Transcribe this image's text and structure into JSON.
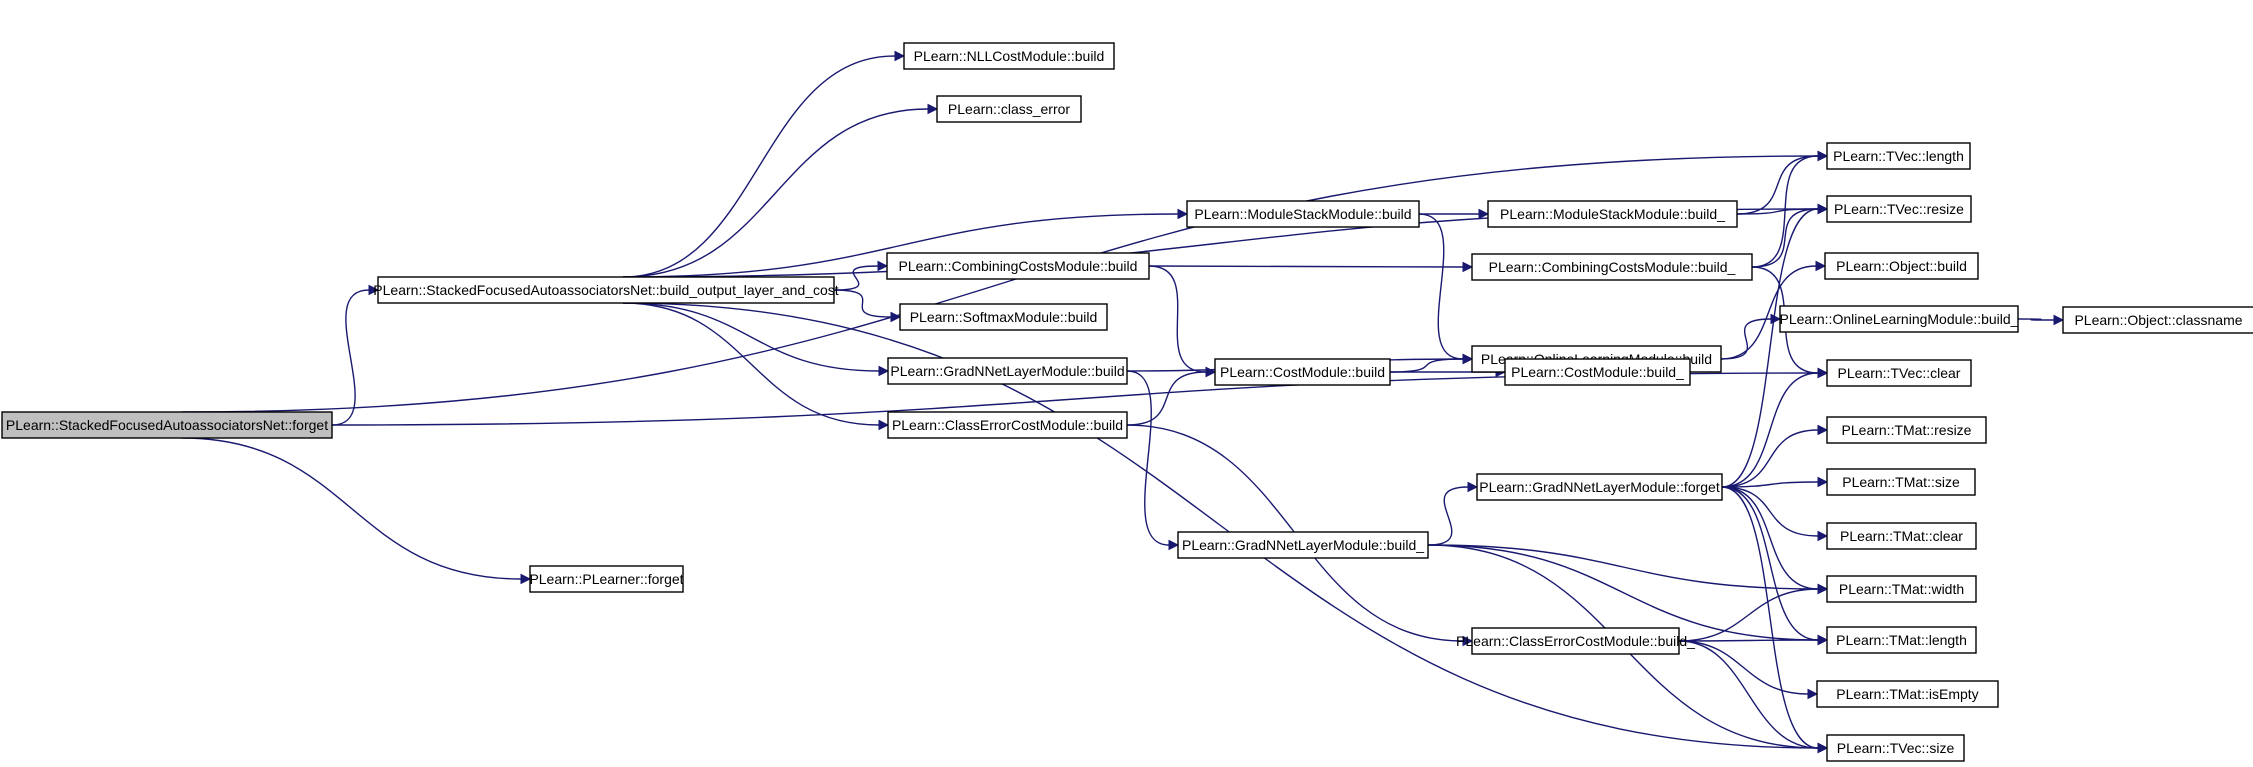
{
  "colors": {
    "edge": "#191970",
    "root_fill": "#bfbfbf",
    "node_fill": "#ffffff",
    "node_stroke": "#000000"
  },
  "nodes": [
    {
      "id": "root",
      "label": "PLearn::StackedFocusedAutoassociatorsNet::forget",
      "root": true
    },
    {
      "id": "bolc",
      "label": "PLearn::StackedFocusedAutoassociatorsNet::build_output_layer_and_cost"
    },
    {
      "id": "plforget",
      "label": "PLearn::PLearner::forget"
    },
    {
      "id": "nll",
      "label": "PLearn::NLLCostModule::build"
    },
    {
      "id": "classerr",
      "label": "PLearn::class_error"
    },
    {
      "id": "msm",
      "label": "PLearn::ModuleStackModule::build"
    },
    {
      "id": "ccm",
      "label": "PLearn::CombiningCostsModule::build"
    },
    {
      "id": "smx",
      "label": "PLearn::SoftmaxModule::build"
    },
    {
      "id": "gnn",
      "label": "PLearn::GradNNetLayerModule::build"
    },
    {
      "id": "cecm",
      "label": "PLearn::ClassErrorCostModule::build"
    },
    {
      "id": "msm_",
      "label": "PLearn::ModuleStackModule::build_"
    },
    {
      "id": "ccm_",
      "label": "PLearn::CombiningCostsModule::build_"
    },
    {
      "id": "olm",
      "label": "PLearn::OnlineLearningModule::build"
    },
    {
      "id": "cm",
      "label": "PLearn::CostModule::build"
    },
    {
      "id": "cm_",
      "label": "PLearn::CostModule::build_"
    },
    {
      "id": "gnn_",
      "label": "PLearn::GradNNetLayerModule::build_"
    },
    {
      "id": "gnnf",
      "label": "PLearn::GradNNetLayerModule::forget"
    },
    {
      "id": "cecm_",
      "label": "PLearn::ClassErrorCostModule::build_"
    },
    {
      "id": "olm_",
      "label": "PLearn::OnlineLearningModule::build_"
    },
    {
      "id": "objb",
      "label": "PLearn::Object::build"
    },
    {
      "id": "objc",
      "label": "PLearn::Object::classname"
    },
    {
      "id": "tvlen",
      "label": "PLearn::TVec::length"
    },
    {
      "id": "tvres",
      "label": "PLearn::TVec::resize"
    },
    {
      "id": "tvclr",
      "label": "PLearn::TVec::clear"
    },
    {
      "id": "tvsize",
      "label": "PLearn::TVec::size"
    },
    {
      "id": "tmres",
      "label": "PLearn::TMat::resize"
    },
    {
      "id": "tmsize",
      "label": "PLearn::TMat::size"
    },
    {
      "id": "tmclr",
      "label": "PLearn::TMat::clear"
    },
    {
      "id": "tmw",
      "label": "PLearn::TMat::width"
    },
    {
      "id": "tmlen",
      "label": "PLearn::TMat::length"
    },
    {
      "id": "tmempty",
      "label": "PLearn::TMat::isEmpty"
    }
  ],
  "edges": [
    [
      "root",
      "tvlen"
    ],
    [
      "root",
      "bolc"
    ],
    [
      "root",
      "tvclr"
    ],
    [
      "root",
      "plforget"
    ],
    [
      "bolc",
      "nll"
    ],
    [
      "bolc",
      "classerr"
    ],
    [
      "bolc",
      "tvres"
    ],
    [
      "bolc",
      "msm"
    ],
    [
      "bolc",
      "ccm"
    ],
    [
      "bolc",
      "smx"
    ],
    [
      "bolc",
      "gnn"
    ],
    [
      "bolc",
      "cecm"
    ],
    [
      "bolc",
      "tvsize"
    ],
    [
      "msm",
      "msm_"
    ],
    [
      "msm",
      "olm"
    ],
    [
      "ccm",
      "ccm_"
    ],
    [
      "ccm",
      "cm"
    ],
    [
      "gnn",
      "olm"
    ],
    [
      "gnn",
      "gnn_"
    ],
    [
      "cecm",
      "cm"
    ],
    [
      "cecm",
      "cecm_"
    ],
    [
      "msm_",
      "tvlen"
    ],
    [
      "msm_",
      "tvres"
    ],
    [
      "ccm_",
      "tvlen"
    ],
    [
      "ccm_",
      "tvres"
    ],
    [
      "ccm_",
      "tvclr"
    ],
    [
      "cm",
      "olm"
    ],
    [
      "cm",
      "cm_"
    ],
    [
      "olm",
      "objb"
    ],
    [
      "olm",
      "olm_"
    ],
    [
      "olm_",
      "objc"
    ],
    [
      "gnn_",
      "gnnf"
    ],
    [
      "gnn_",
      "tmw"
    ],
    [
      "gnn_",
      "tmlen"
    ],
    [
      "gnn_",
      "tvsize"
    ],
    [
      "gnnf",
      "tvres"
    ],
    [
      "gnnf",
      "tvclr"
    ],
    [
      "gnnf",
      "tmres"
    ],
    [
      "gnnf",
      "tmsize"
    ],
    [
      "gnnf",
      "tmclr"
    ],
    [
      "gnnf",
      "tmw"
    ],
    [
      "gnnf",
      "tmlen"
    ],
    [
      "gnnf",
      "tvsize"
    ],
    [
      "cecm_",
      "tmw"
    ],
    [
      "cecm_",
      "tmlen"
    ],
    [
      "cecm_",
      "tmempty"
    ],
    [
      "cecm_",
      "tvsize"
    ]
  ]
}
